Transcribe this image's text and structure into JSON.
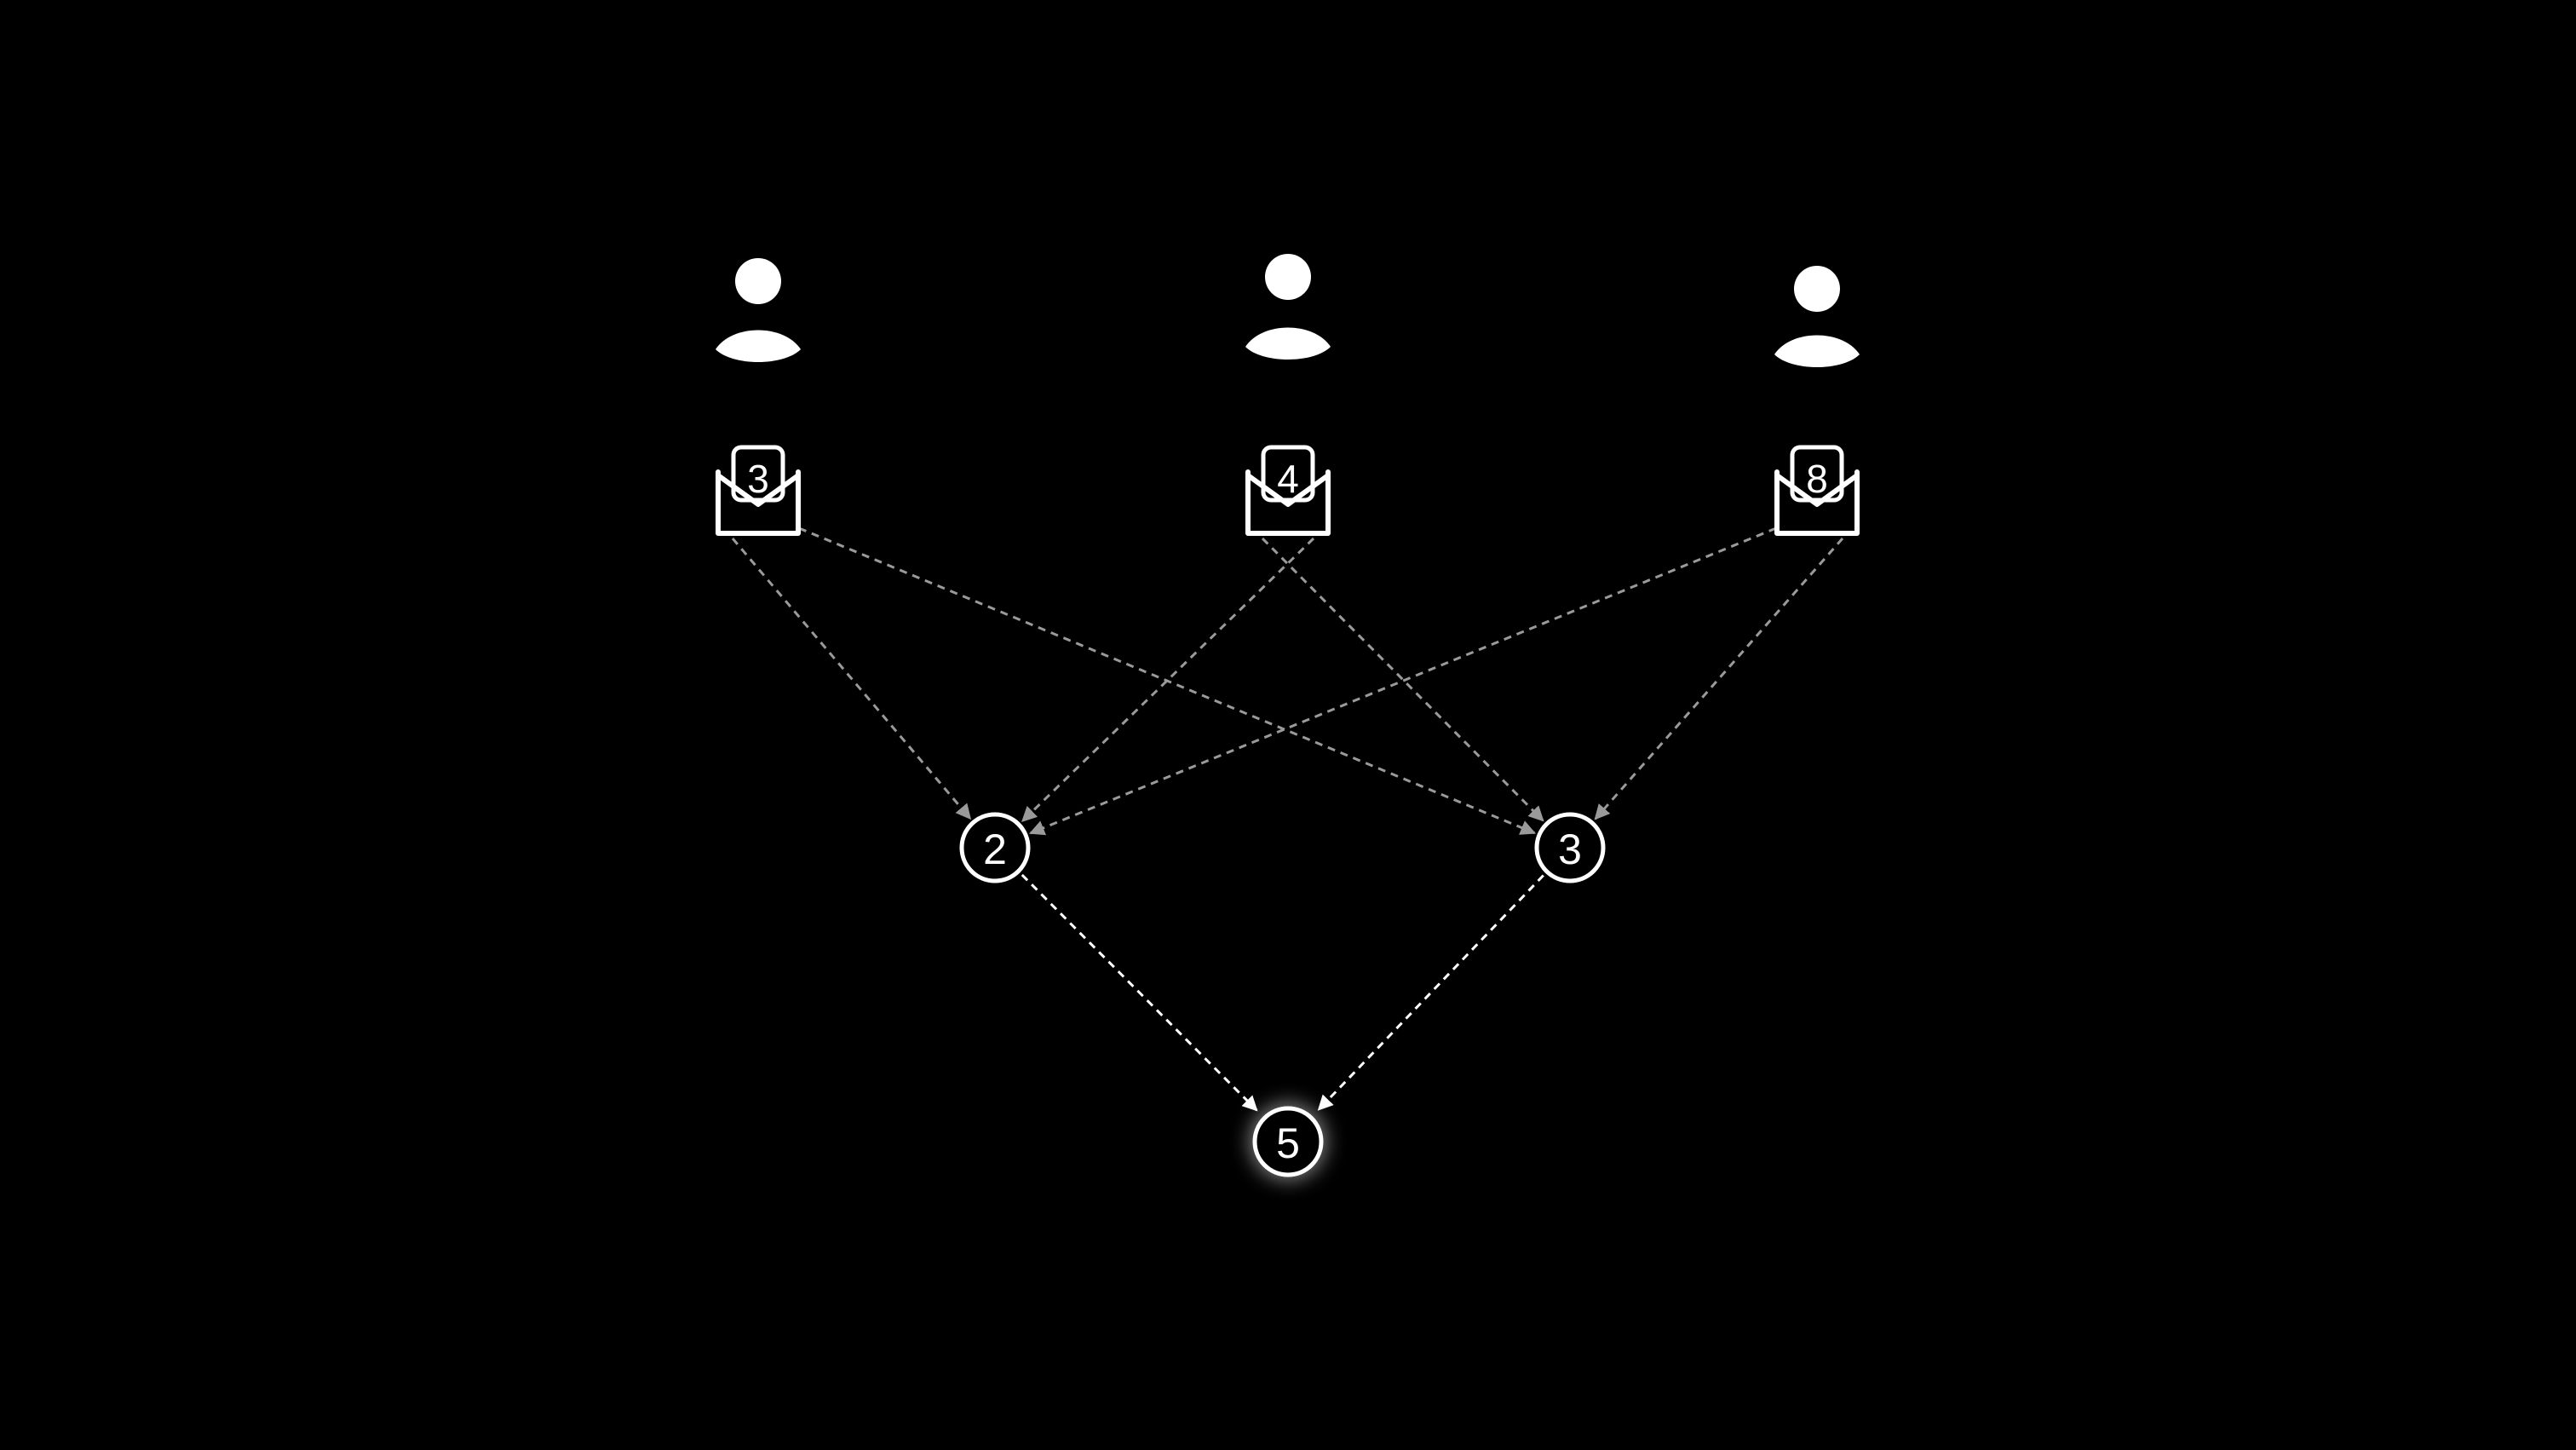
{
  "voters": [
    {
      "id": "voter-1",
      "ballot_value": "3"
    },
    {
      "id": "voter-2",
      "ballot_value": "4"
    },
    {
      "id": "voter-3",
      "ballot_value": "8"
    }
  ],
  "aggregators": [
    {
      "id": "aggregator-1",
      "value": "2"
    },
    {
      "id": "aggregator-2",
      "value": "3"
    }
  ],
  "result": {
    "id": "result",
    "value": "5"
  },
  "edges": [
    {
      "from": "voter-1",
      "to": "aggregator-1"
    },
    {
      "from": "voter-1",
      "to": "aggregator-2"
    },
    {
      "from": "voter-2",
      "to": "aggregator-1"
    },
    {
      "from": "voter-2",
      "to": "aggregator-2"
    },
    {
      "from": "voter-3",
      "to": "aggregator-1"
    },
    {
      "from": "voter-3",
      "to": "aggregator-2"
    },
    {
      "from": "aggregator-1",
      "to": "result"
    },
    {
      "from": "aggregator-2",
      "to": "result"
    }
  ],
  "colors": {
    "background": "#000000",
    "foreground": "#ffffff",
    "edge_dim": "#9a9a9a",
    "edge_bright": "#ffffff",
    "result_glow": "#ffffff"
  },
  "icons": {
    "voter": "person-icon",
    "ballot": "envelope-ballot-icon"
  }
}
